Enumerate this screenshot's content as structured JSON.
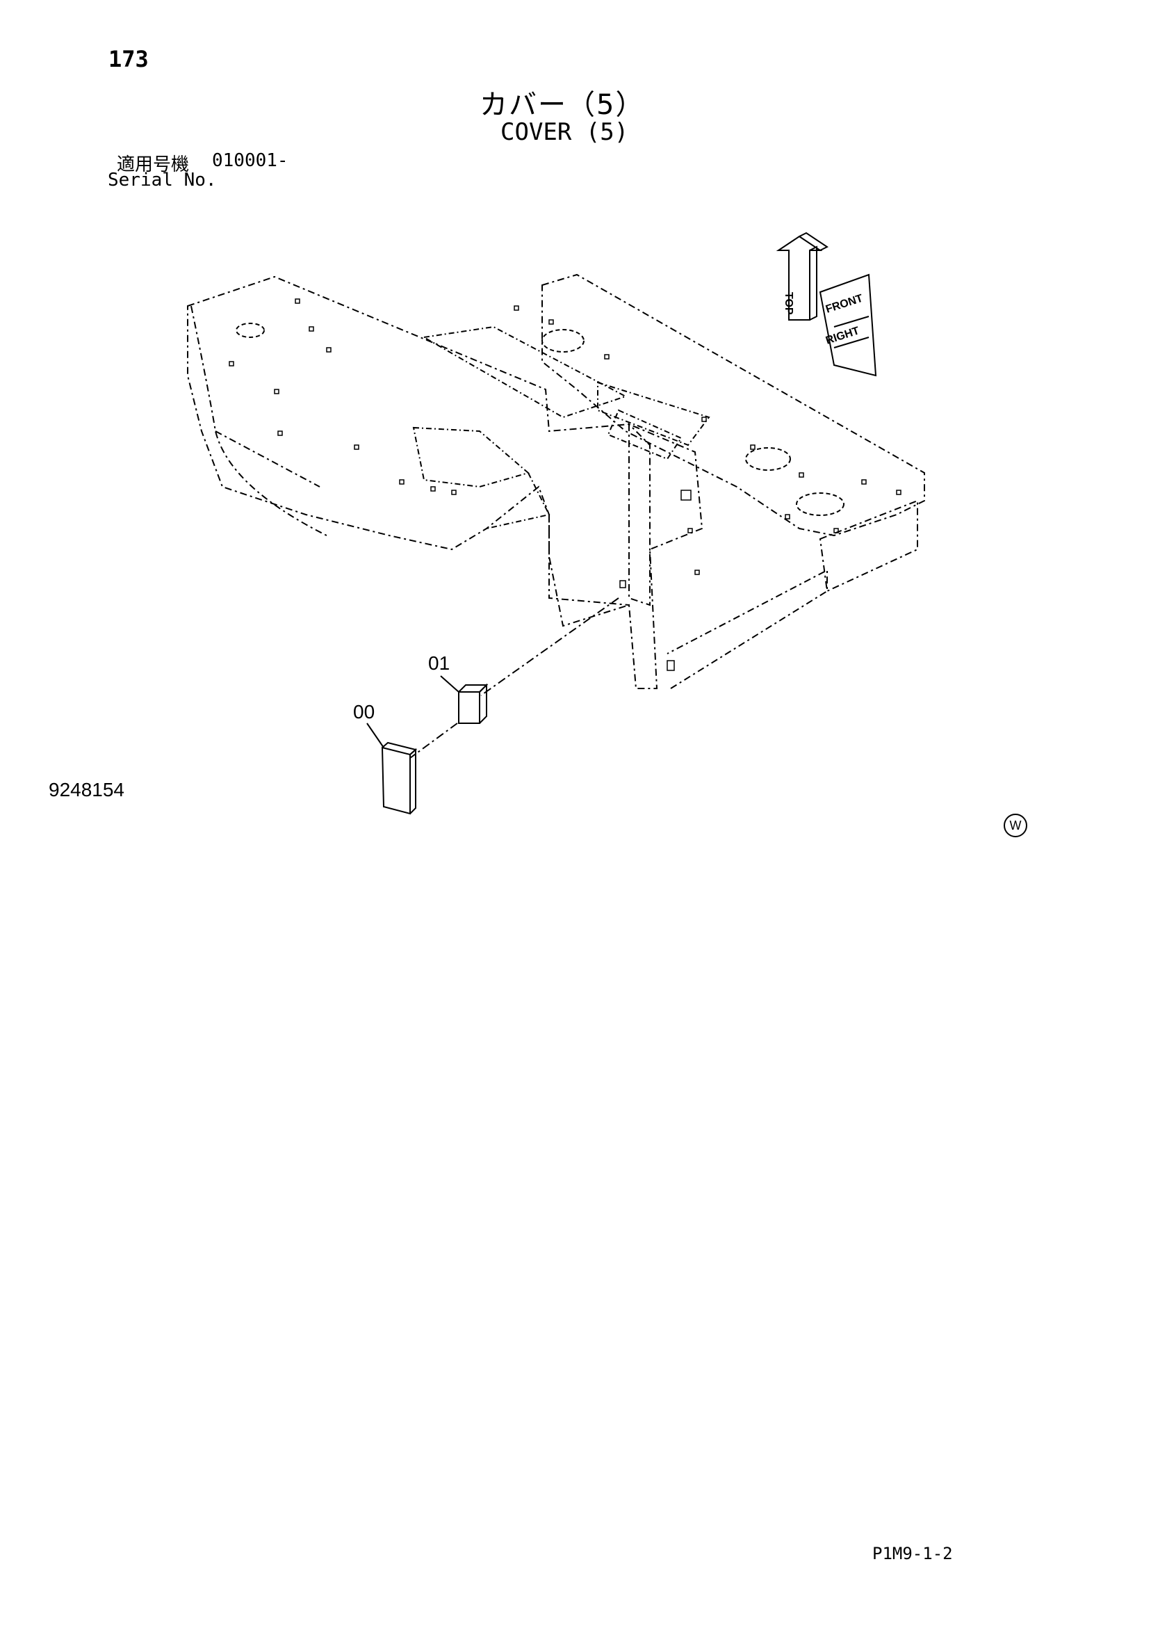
{
  "header": {
    "page_number": "173",
    "title_jp": "カバー（5）",
    "title_en": "COVER (5)",
    "serial_label_jp": "適用号機",
    "serial_value": "010001-",
    "serial_label_en": "Serial No."
  },
  "diagram": {
    "callouts": [
      {
        "id": "01",
        "label": "01"
      },
      {
        "id": "00",
        "label": "00"
      }
    ],
    "orientation_labels": {
      "top": "TOP",
      "front": "FRONT",
      "right": "RIGHT"
    }
  },
  "footer": {
    "drawing_number": "9248154",
    "w_mark": "W",
    "page_code": "P1M9-1-2"
  }
}
